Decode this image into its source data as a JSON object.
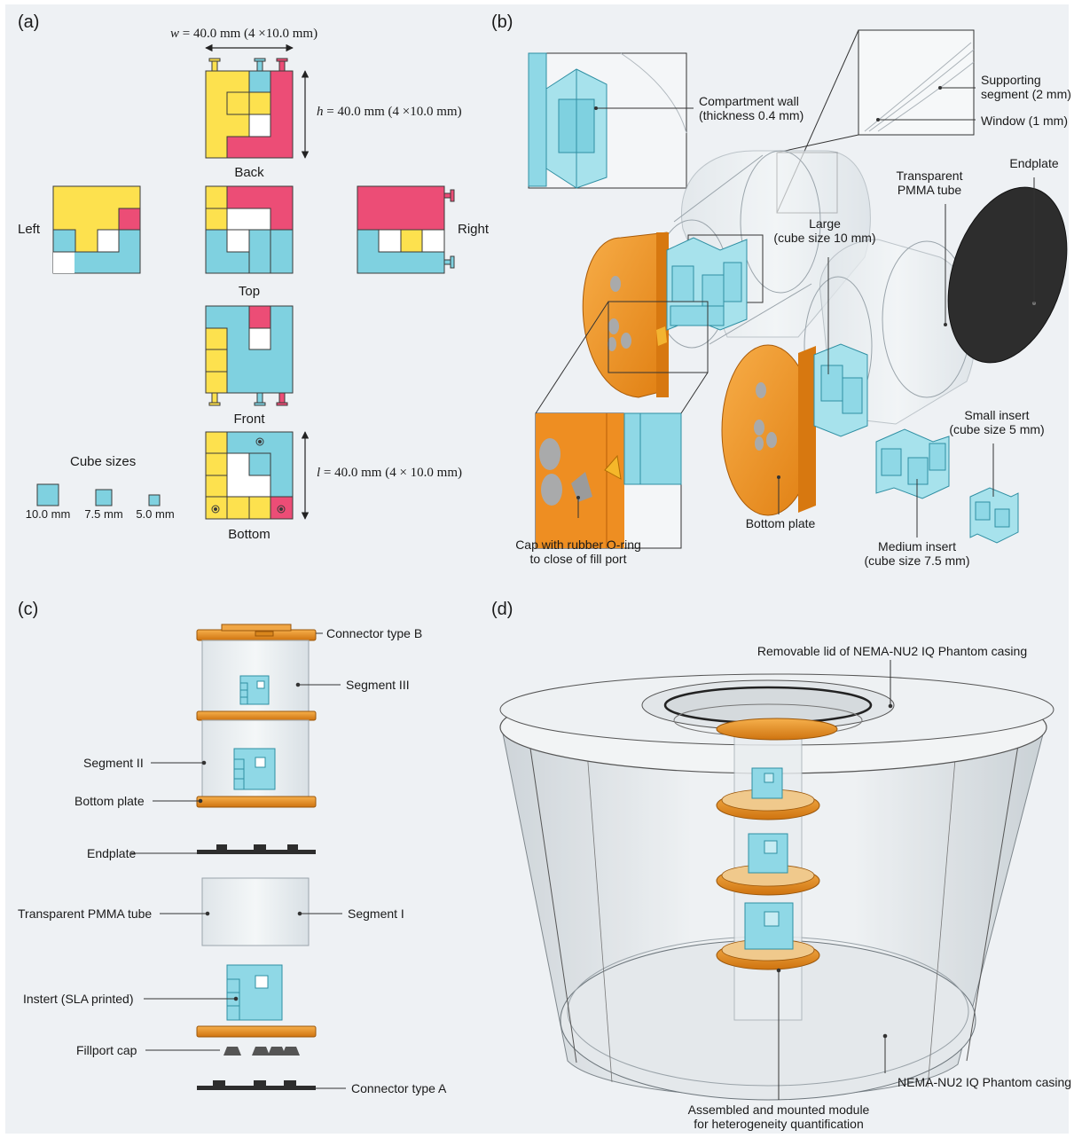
{
  "panels": {
    "a": "(a)",
    "b": "(b)",
    "c": "(c)",
    "d": "(d)"
  },
  "colors": {
    "yellow": "#fde14e",
    "cyan": "#7fd1e0",
    "pink": "#ec4d76",
    "orange": "#f39a2c",
    "dark": "#2f2f2f",
    "glass": "#e9eef1"
  },
  "panel_a": {
    "width_var": "w",
    "width_val": " = 40.0 mm (4 ×10.0 mm)",
    "height_var": "h",
    "height_val": " = 40.0 mm (4 ×10.0 mm)",
    "length_var": "l",
    "length_val": " = 40.0 mm (4 × 10.0 mm)",
    "views": {
      "back": "Back",
      "left": "Left",
      "top": "Top",
      "right": "Right",
      "front": "Front",
      "bottom": "Bottom"
    },
    "cube_sizes_title": "Cube sizes",
    "cube_sizes": [
      "10.0 mm",
      "7.5 mm",
      "5.0 mm"
    ]
  },
  "panel_b": {
    "compartment_wall_1": "Compartment wall",
    "compartment_wall_2": "(thickness 0.4 mm)",
    "supporting_1": "Supporting",
    "supporting_2": "segment (2 mm)",
    "window": "Window (1 mm)",
    "tube_1": "Transparent",
    "tube_2": "PMMA tube",
    "endplate": "Endplate",
    "large_1": "Large",
    "large_2": "(cube size 10 mm)",
    "small_1": "Small insert",
    "small_2": "(cube size 5 mm)",
    "bottom_plate": "Bottom plate",
    "medium_1": "Medium insert",
    "medium_2": "(cube size 7.5 mm)",
    "cap_1": "Cap with rubber O-ring",
    "cap_2": "to close of fill port"
  },
  "panel_c": {
    "connector_b": "Connector  type B",
    "segment_iii": "Segment III",
    "segment_ii": "Segment II",
    "bottom_plate": "Bottom plate",
    "endplate": "Endplate",
    "pmma_tube": "Transparent PMMA tube",
    "segment_i": "Segment I",
    "insert": "Instert (SLA printed)",
    "fillport_cap": "Fillport cap",
    "connector_a": "Connector type A"
  },
  "panel_d": {
    "lid": "Removable lid of NEMA-NU2 IQ Phantom casing",
    "casing": "NEMA-NU2 IQ Phantom casing",
    "module_1": "Assembled and mounted module",
    "module_2": "for heterogeneity quantification"
  }
}
